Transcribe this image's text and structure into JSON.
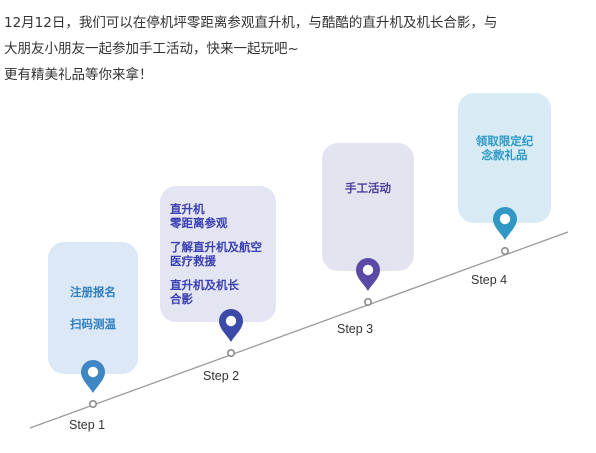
{
  "intro": {
    "line1": "12月12日，我们可以在停机坪零距离参观直升机，与酷酷的直升机及机长合影，与",
    "line2": "大朋友小朋友一起参加手工活动，快来一起玩吧~",
    "line3": "更有精美礼品等你来拿！"
  },
  "steps": [
    {
      "label": "Step 1",
      "items": [
        "注册报名",
        "扫码测温"
      ],
      "pin_color": "#3f86c4"
    },
    {
      "label": "Step 2",
      "items": [
        "直升机\n零距离参观",
        "了解直升机及航空\n医疗救援",
        "直升机及机长\n合影"
      ],
      "pin_color": "#3b4aa8"
    },
    {
      "label": "Step 3",
      "items": [
        "手工活动"
      ],
      "pin_color": "#5a49a6"
    },
    {
      "label": "Step 4",
      "items": [
        "领取限定纪\n念款礼品"
      ],
      "pin_color": "#3198c6"
    }
  ],
  "colors": {
    "line": "#9a9a9a",
    "node_ring": "#8c8c8c"
  }
}
